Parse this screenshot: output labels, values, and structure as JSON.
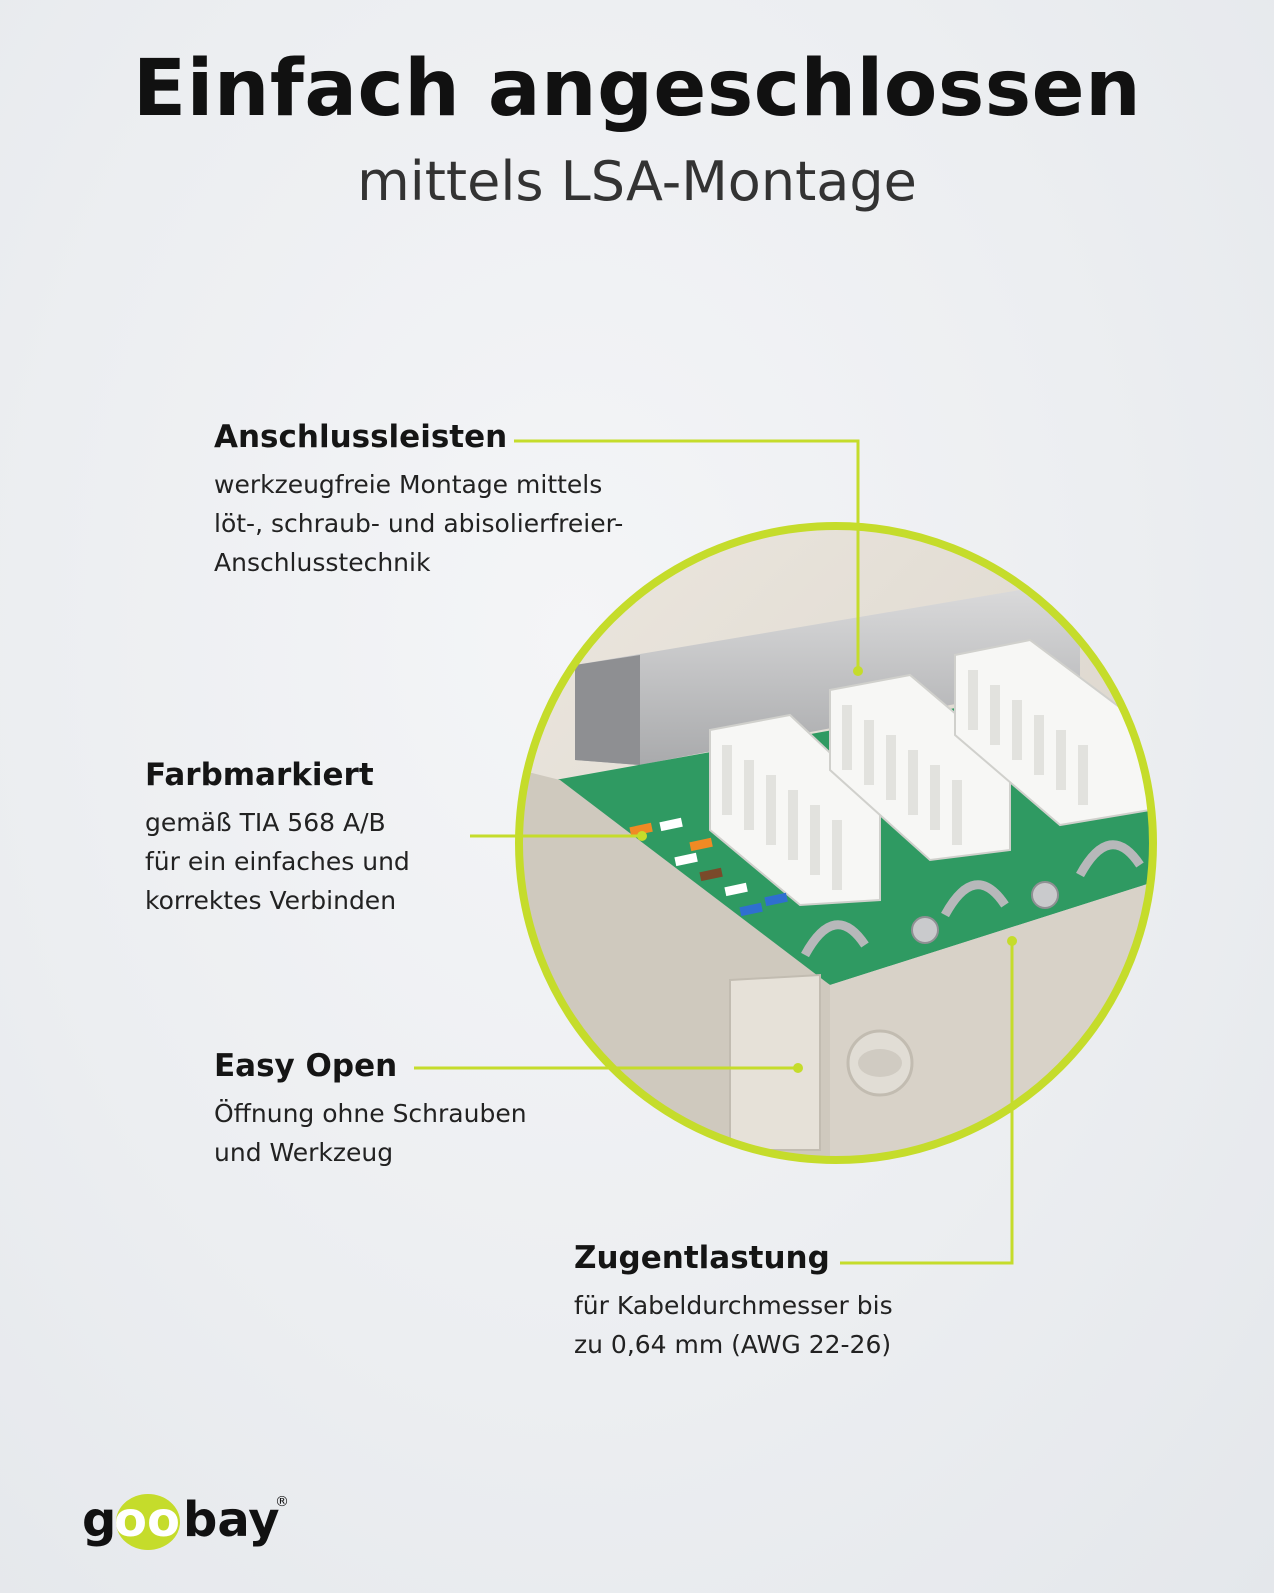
{
  "header": {
    "title": "Einfach angeschlossen",
    "subtitle": "mittels LSA-Montage"
  },
  "features": [
    {
      "heading": "Anschlussleisten",
      "lines": [
        "werkzeugfreie Montage mittels",
        "löt-, schraub- und abisolierfreier-",
        "Anschlusstechnik"
      ]
    },
    {
      "heading": "Farbmarkiert",
      "lines": [
        "gemäß TIA 568 A/B",
        "für ein einfaches und",
        "korrektes Verbinden"
      ]
    },
    {
      "heading": "Easy Open",
      "lines": [
        "Öffnung ohne Schrauben",
        "und Werkzeug"
      ]
    },
    {
      "heading": "Zugentlastung",
      "lines": [
        "für Kabeldurchmesser bis",
        "zu 0,64 mm (AWG 22-26)"
      ]
    }
  ],
  "logo": {
    "text": "goobay",
    "registered": "®"
  },
  "colors": {
    "accent": "#c5dc2b",
    "pcb_green": "#2f9a62",
    "block_white": "#f7f7f5",
    "housing_beige": "#d8d2c8"
  },
  "icons": {
    "logo_mark": "goobay-logo-icon",
    "product": "lsa-keystone-module-photo"
  }
}
